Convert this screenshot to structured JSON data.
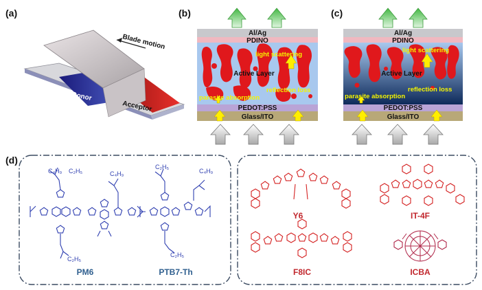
{
  "panels": {
    "a": {
      "label": "(a)",
      "blade_motion": "Blade motion",
      "donor": "Donor",
      "acceptor": "Acceptor"
    },
    "b": {
      "label": "(b)",
      "layers": {
        "top": "Al/Ag",
        "interlayer": "PDINO",
        "active": "Active Layer",
        "htl": "PEDOT:PSS",
        "substrate": "Glass/ITO"
      },
      "annotations": {
        "scattering": "light scattering",
        "reflection": "reflection loss",
        "parasite": "parasite absorption"
      }
    },
    "c": {
      "label": "(c)",
      "layers": {
        "top": "Al/Ag",
        "interlayer": "PDINO",
        "active": "Active Layer",
        "htl": "PEDOT:PSS",
        "substrate": "Glass/ITO"
      },
      "annotations": {
        "scattering": "light scattering",
        "reflection": "reflection loss",
        "parasite": "parasite absorption"
      }
    },
    "d": {
      "label": "(d)",
      "donors": [
        "PM6",
        "PTB7-Th"
      ],
      "acceptors": [
        "Y6",
        "IT-4F",
        "F8IC",
        "ICBA"
      ]
    }
  },
  "colors": {
    "donor_blue": "#2f3fb0",
    "acceptor_red": "#d42020",
    "active_bg": "#a8c8ee",
    "arrow_green": "#66cc66",
    "arrow_yellow": "#ffee00",
    "arrow_gray": "#cfcfcf"
  }
}
